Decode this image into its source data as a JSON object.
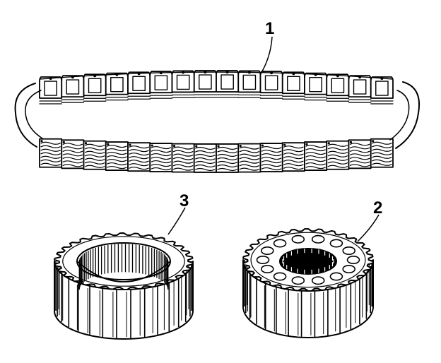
{
  "callouts": {
    "chain": "1",
    "gear_right": "2",
    "gear_left": "3"
  },
  "colors": {
    "ink": "#000000",
    "paper": "#ffffff",
    "hole": "#ffffff"
  }
}
